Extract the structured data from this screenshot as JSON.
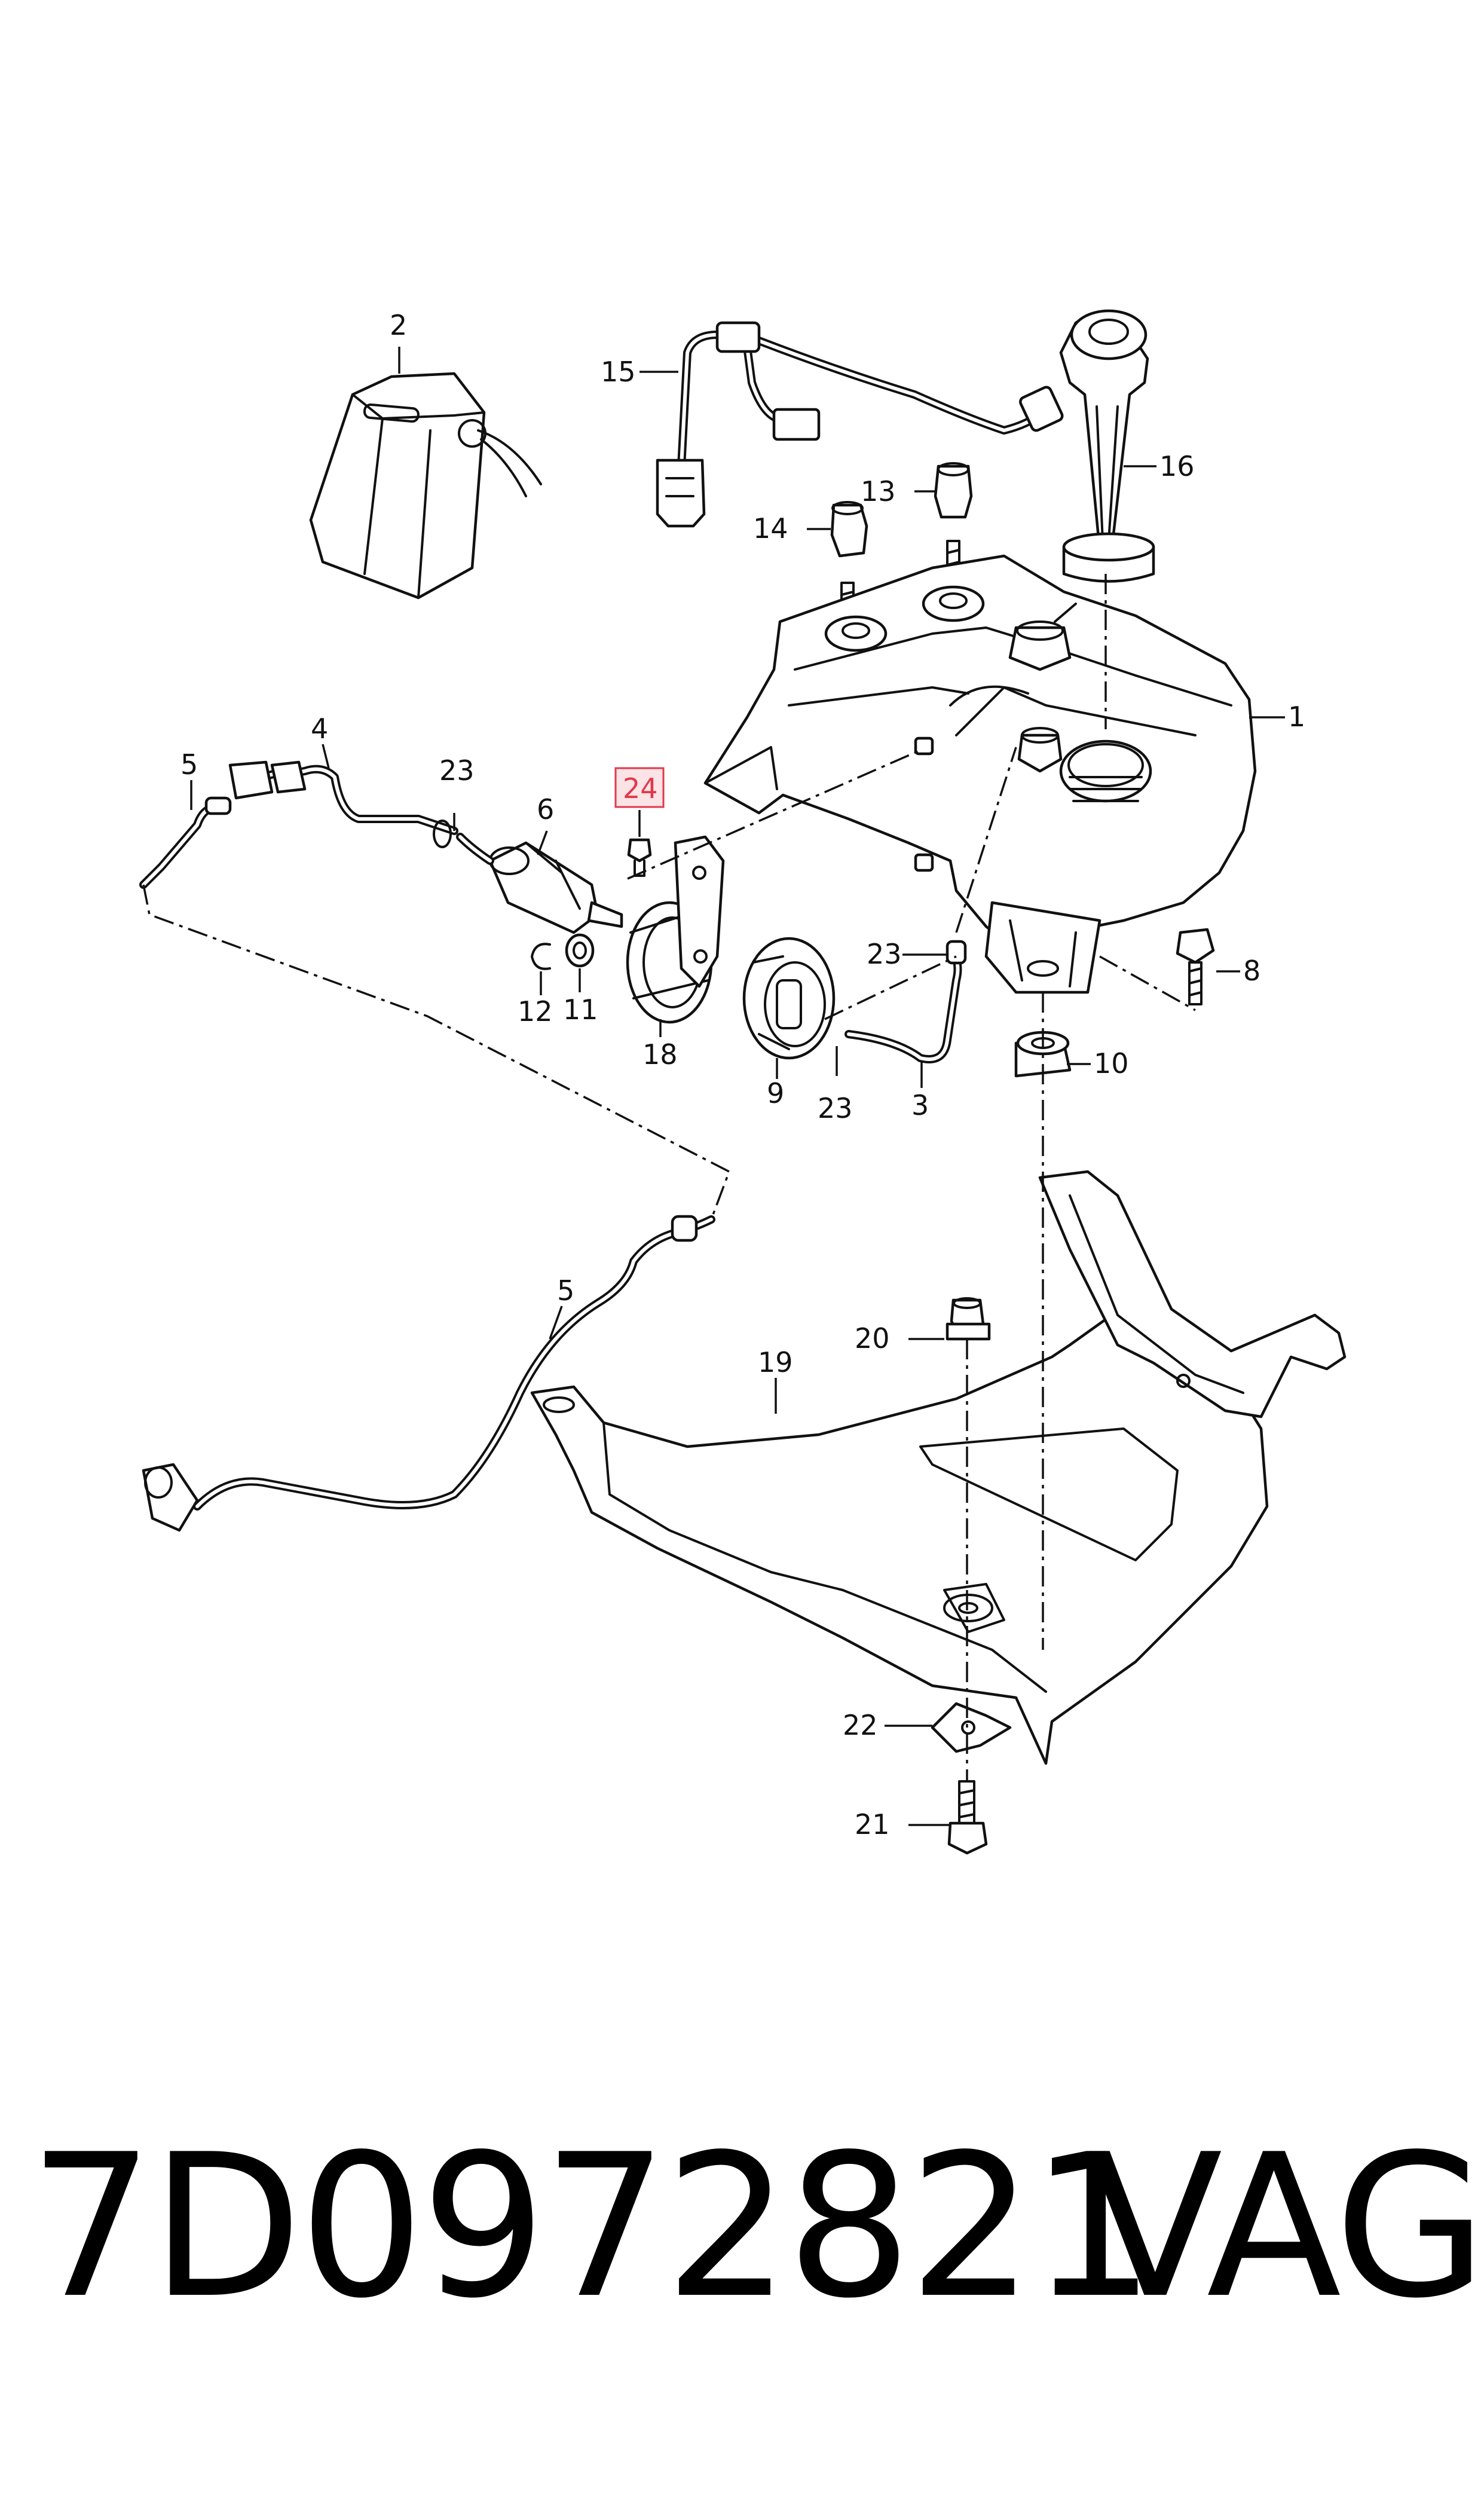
{
  "callouts": {
    "c1": "1",
    "c2": "2",
    "c3": "3",
    "c4": "4",
    "c5a": "5",
    "c5b": "5",
    "c6": "6",
    "c8": "8",
    "c9": "9",
    "c10": "10",
    "c11": "11",
    "c12": "12",
    "c13": "13",
    "c14": "14",
    "c15": "15",
    "c16": "16",
    "c18": "18",
    "c19": "19",
    "c20": "20",
    "c21": "21",
    "c22": "22",
    "c23a": "23",
    "c23b": "23",
    "c23c": "23",
    "c24": "24"
  },
  "highlight": {
    "callout": "24",
    "color": "#e0394a",
    "fill": "#fbe3e6"
  },
  "footer": {
    "part_number": "7D0972821",
    "brand": "VAG"
  }
}
